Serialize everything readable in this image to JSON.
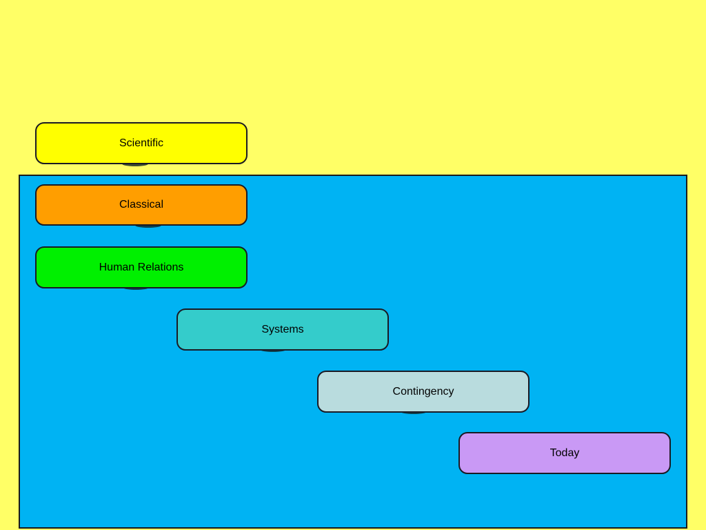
{
  "slide": {
    "background_color": "#FFFF66",
    "text_color": "#000000",
    "box_border_color": "#1A1A24",
    "panel": {
      "fill": "#00B3F3",
      "border_color": "#1B1B1B"
    },
    "boxes": [
      {
        "label": "Scientific",
        "fill": "#FFFF00"
      },
      {
        "label": "Classical",
        "fill": "#FF9E00"
      },
      {
        "label": "Human Relations",
        "fill": "#00F000"
      },
      {
        "label": "Systems",
        "fill": "#34CCCB"
      },
      {
        "label": "Contingency",
        "fill": "#B9DCDE"
      },
      {
        "label": "Today",
        "fill": "#C999F5"
      }
    ]
  }
}
